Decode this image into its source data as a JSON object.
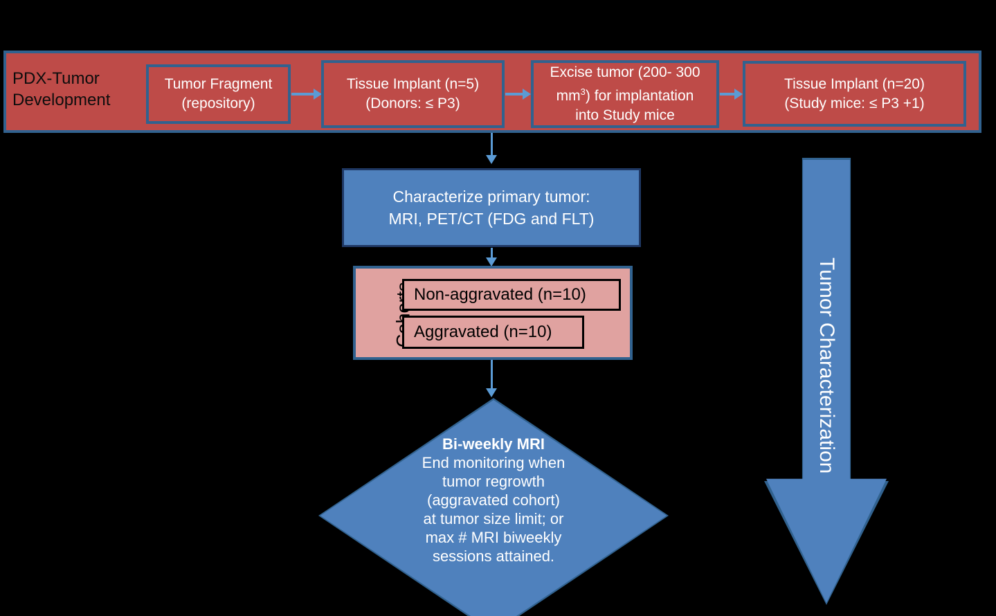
{
  "band": {
    "title": "PDX-Tumor Development",
    "boxes": [
      {
        "line1": "Tumor Fragment",
        "line2": "(repository)"
      },
      {
        "line1": "Tissue Implant (n=5)",
        "line2": "(Donors: ≤ P3)"
      },
      {
        "line1": "Excise tumor (200- 300",
        "line2": "mm",
        "sup": "3",
        "line2b": ") for implantation",
        "line3": "into Study mice"
      },
      {
        "line1": "Tissue Implant (n=20)",
        "line2": "(Study mice: ≤ P3 +1)"
      }
    ]
  },
  "characterize": {
    "line1": "Characterize primary tumor:",
    "line2": "MRI, PET/CT (FDG and FLT)"
  },
  "cohorts": {
    "label": "Cohorts",
    "items": [
      "Non-aggravated (n=10)",
      "Aggravated (n=10)"
    ]
  },
  "decision": {
    "header": "Bi-weekly MRI",
    "lines": [
      "End monitoring when",
      "tumor regrowth",
      "(aggravated cohort)",
      "at tumor size limit; or",
      "max # MRI biweekly",
      "sessions attained."
    ]
  },
  "side_arrow": {
    "label": "Tumor Characterization"
  },
  "colors": {
    "red_fill": "#BE4B48",
    "blue_border": "#31628F",
    "blue_fill": "#4F81BD",
    "pink_fill": "#E0A2A0",
    "connector": "#5B9BD5",
    "background": "#000000"
  }
}
